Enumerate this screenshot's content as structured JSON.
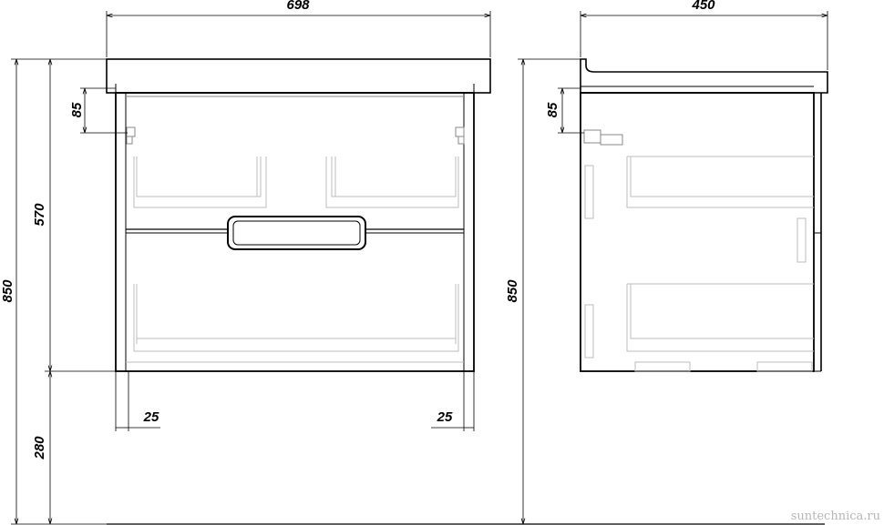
{
  "drawing": {
    "front_view": {
      "width_label": "698",
      "overall_height_label": "850",
      "body_height_label": "570",
      "top_offset_label": "85",
      "leg_height_label": "280",
      "left_inset_label": "25",
      "right_inset_label": "25"
    },
    "side_view": {
      "depth_label": "450",
      "overall_height_label": "850",
      "top_offset_label": "85"
    },
    "watermark": "suntechnica.ru"
  }
}
